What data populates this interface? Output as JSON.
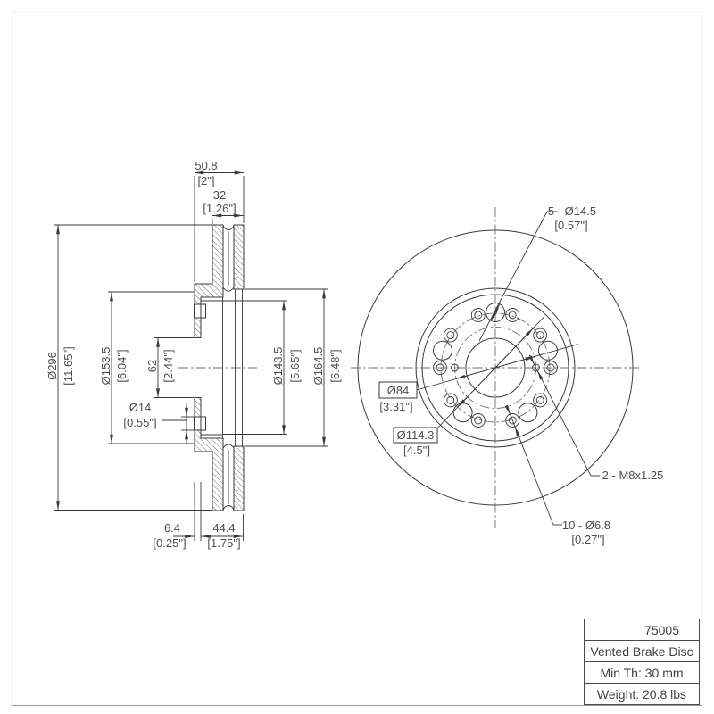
{
  "drawing": {
    "section_view": {
      "width_overall": {
        "mm": "50.8",
        "inch": "[2\"]"
      },
      "width_plates": {
        "mm": "32",
        "inch": "[1.26\"]"
      },
      "outer_diameter": {
        "mm": "Ø296",
        "inch": "[11.65\"]"
      },
      "hat_diameter": {
        "mm": "Ø153.5",
        "inch": "[6.04\"]"
      },
      "bore_height": {
        "mm": "62",
        "inch": "[2.44\"]"
      },
      "hole_diameter": {
        "mm": "Ø14",
        "inch": "[0.55\"]"
      },
      "inner_diameter_1": {
        "mm": "Ø143.5",
        "inch": "[5.65\"]"
      },
      "inner_diameter_2": {
        "mm": "Ø164.5",
        "inch": "[6.48\"]"
      },
      "hat_offset": {
        "mm": "6.4",
        "inch": "[0.25\"]"
      },
      "hat_depth": {
        "mm": "44.4",
        "inch": "[1.75\"]"
      }
    },
    "front_view": {
      "lug_holes": {
        "label": "5 - Ø14.5",
        "inch": "[0.57\"]"
      },
      "pilot_circle": {
        "label": "Ø84",
        "inch": "[3.31\"]"
      },
      "bolt_circle": {
        "label": "Ø114.3",
        "inch": "[4.5\"]"
      },
      "thread_holes": {
        "label": "2 - M8x1.25"
      },
      "small_holes": {
        "label": "10 - Ø6.8",
        "inch": "[0.27\"]"
      }
    },
    "title_block": {
      "part_number": "75005",
      "description": "Vented Brake Disc",
      "min_thickness": "Min Th: 30 mm",
      "weight": "Weight: 20.8 lbs"
    }
  }
}
